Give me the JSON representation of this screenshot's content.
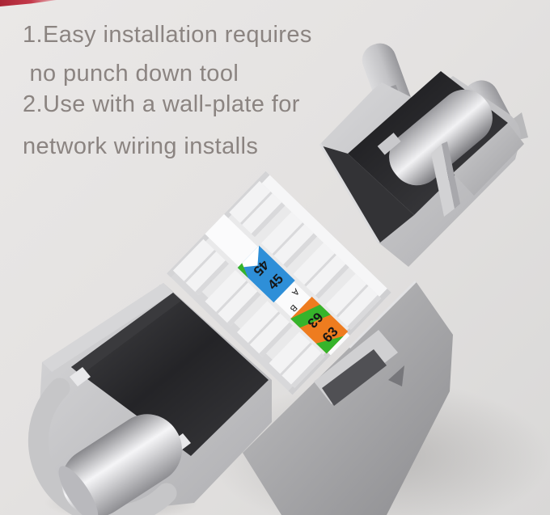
{
  "page": {
    "background_top_left": "#eae8e7",
    "background_bottom_right": "#d9d8d7"
  },
  "corner_ribbon": {
    "color": "#b02a3a"
  },
  "annotations": {
    "text_color": "#8b8481",
    "lines": [
      "1.Easy installation requires",
      " no punch down tool",
      "2.Use with a wall-plate for",
      "network wiring installs"
    ]
  },
  "product": {
    "kind": "tool-less keystone jack illustration",
    "wiring_label": {
      "pair_45": "45",
      "scheme_a": "A",
      "scheme_b": "B",
      "pair_63": "63",
      "blue": "#2e8fd8",
      "orange": "#ee7c1f",
      "green": "#36b42b",
      "digit_color": "#161616"
    },
    "colors": {
      "body_gray": "#c6c6c8",
      "cavity_black": "#232325",
      "idc_white": "#f3f3f4",
      "metal_highlight": "#f5f5f7"
    }
  }
}
